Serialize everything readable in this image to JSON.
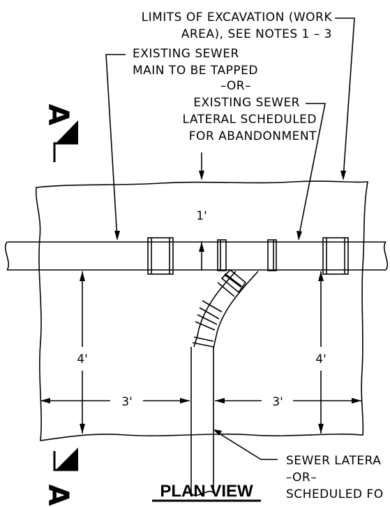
{
  "labels": {
    "excavation_line1": "LIMITS OF EXCAVATION (WORK",
    "excavation_line2": "AREA), SEE NOTES 1 – 3",
    "main_line1": "EXISTING SEWER",
    "main_line2": "MAIN TO BE TAPPED",
    "main_or": "–OR–",
    "lateral_line1": "EXISTING SEWER",
    "lateral_line2": "LATERAL SCHEDULED",
    "lateral_line3": "FOR ABANDONMENT",
    "new_lateral_line1": "SEWER LATERA",
    "new_lateral_or": "–OR–",
    "new_lateral_line3": "SCHEDULED FO"
  },
  "dimensions": {
    "top_offset": "1'",
    "left_depth": "4'",
    "right_depth": "4'",
    "left_width": "3'",
    "right_width": "3'"
  },
  "section_marker": {
    "letter_top": "A",
    "letter_bottom": "A"
  },
  "view_title": "PLAN VIEW"
}
